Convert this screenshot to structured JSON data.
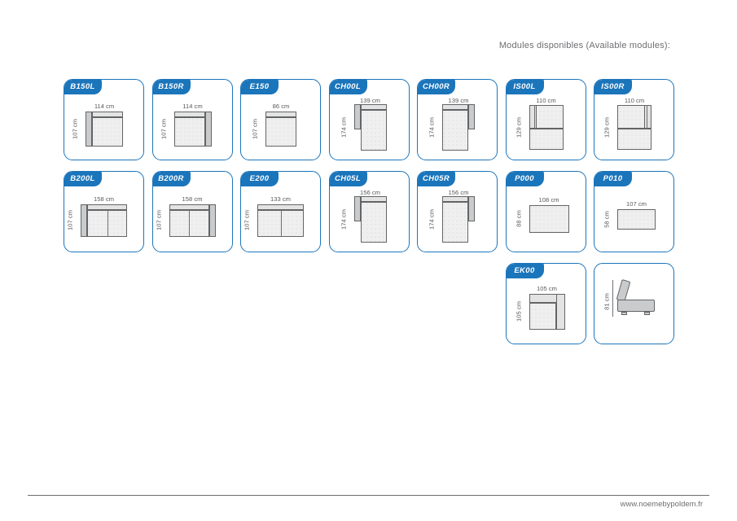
{
  "header": {
    "title": "Modules disponibles (Available modules):"
  },
  "footer": {
    "url": "www.noemebypoldem.fr"
  },
  "colors": {
    "accent": "#1b75bb",
    "text": "#58595b",
    "outline": "#636466",
    "arm": "#c9cbcd",
    "seat": "#efefef"
  },
  "units": "cm",
  "modules": [
    {
      "code": "B150L",
      "width": "114 cm",
      "height": "107 cm",
      "type": "sofa-1seat",
      "hand": "left",
      "row": 1,
      "col": 1
    },
    {
      "code": "B150R",
      "width": "114 cm",
      "height": "107 cm",
      "type": "sofa-1seat",
      "hand": "right",
      "row": 1,
      "col": 2
    },
    {
      "code": "E150",
      "width": "86 cm",
      "height": "107 cm",
      "type": "element-1seat",
      "hand": "none",
      "row": 1,
      "col": 3
    },
    {
      "code": "CH00L",
      "width": "139 cm",
      "height": "174 cm",
      "type": "chaise",
      "hand": "left",
      "row": 1,
      "col": 4
    },
    {
      "code": "CH00R",
      "width": "139 cm",
      "height": "174 cm",
      "type": "chaise",
      "hand": "right",
      "row": 1,
      "col": 5
    },
    {
      "code": "IS00L",
      "width": "110 cm",
      "height": "129 cm",
      "type": "island",
      "hand": "left",
      "row": 1,
      "col": 6
    },
    {
      "code": "IS00R",
      "width": "110 cm",
      "height": "129 cm",
      "type": "island",
      "hand": "right",
      "row": 1,
      "col": 7
    },
    {
      "code": "B200L",
      "width": "158 cm",
      "height": "107 cm",
      "type": "sofa-2seat",
      "hand": "left",
      "row": 2,
      "col": 1
    },
    {
      "code": "B200R",
      "width": "158 cm",
      "height": "107 cm",
      "type": "sofa-2seat",
      "hand": "right",
      "row": 2,
      "col": 2
    },
    {
      "code": "E200",
      "width": "133 cm",
      "height": "107 cm",
      "type": "element-2seat",
      "hand": "none",
      "row": 2,
      "col": 3
    },
    {
      "code": "CH05L",
      "width": "156 cm",
      "height": "174 cm",
      "type": "chaise-wide",
      "hand": "left",
      "row": 2,
      "col": 4
    },
    {
      "code": "CH05R",
      "width": "156 cm",
      "height": "174 cm",
      "type": "chaise-wide",
      "hand": "right",
      "row": 2,
      "col": 5
    },
    {
      "code": "P000",
      "width": "108 cm",
      "height": "88 cm",
      "type": "pouf",
      "hand": "none",
      "row": 2,
      "col": 6
    },
    {
      "code": "P010",
      "width": "107 cm",
      "height": "58 cm",
      "type": "pouf",
      "hand": "none",
      "row": 2,
      "col": 7
    },
    {
      "code": "EK00",
      "width": "105 cm",
      "height": "105 cm",
      "type": "corner",
      "hand": "none",
      "row": 3,
      "col": 6
    },
    {
      "code": "",
      "width": "",
      "height": "81 cm",
      "type": "side-view",
      "hand": "none",
      "row": 3,
      "col": 7
    }
  ]
}
